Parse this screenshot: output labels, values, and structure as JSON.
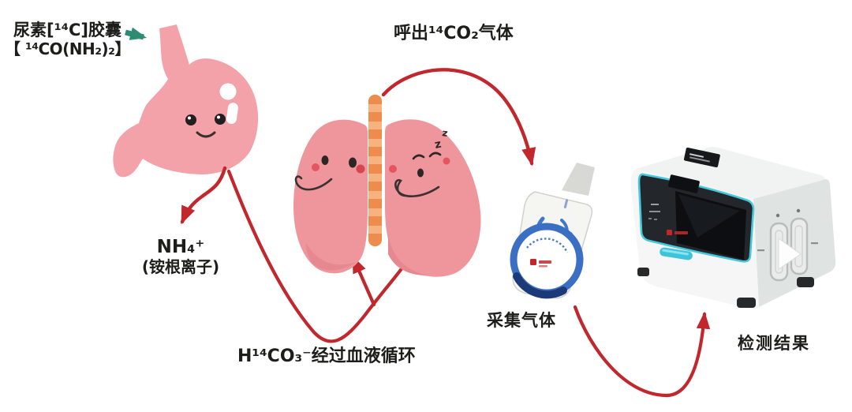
{
  "diagram": {
    "labels": {
      "capsule_line1": "尿素[¹⁴C]胶囊",
      "capsule_line2": "【 ¹⁴CO(NH₂)₂】",
      "exhale": "呼出¹⁴CO₂气体",
      "ammonium_formula": "NH₄⁺",
      "ammonium_name": "(铵根离子)",
      "blood_circulation": "H¹⁴CO₃⁻经过血液循环",
      "collect_gas": "采集气体",
      "test_result": "检测结果",
      "sleep_marks": [
        "z",
        "z"
      ]
    },
    "icons": [
      "stomach-illustration",
      "lungs-illustration",
      "trachea",
      "capsule-arrow",
      "breath-collection-device",
      "analyzer-machine"
    ],
    "colors": {
      "background": "#ffffff",
      "arrow_red": "#c1272d",
      "arrow_teal": "#2e8b74",
      "stomach_pink": "#f3a2a9",
      "lung_pink": "#ef959c",
      "lung_shade": "#e58890",
      "trachea_orange": "#ed8c4c",
      "trachea_stripe": "#f7b37f",
      "device_blue": "#3a6fc4",
      "device_navy": "#1c3a78",
      "machine_teal": "#3cc5d8",
      "text": "#1d1d1b"
    }
  }
}
